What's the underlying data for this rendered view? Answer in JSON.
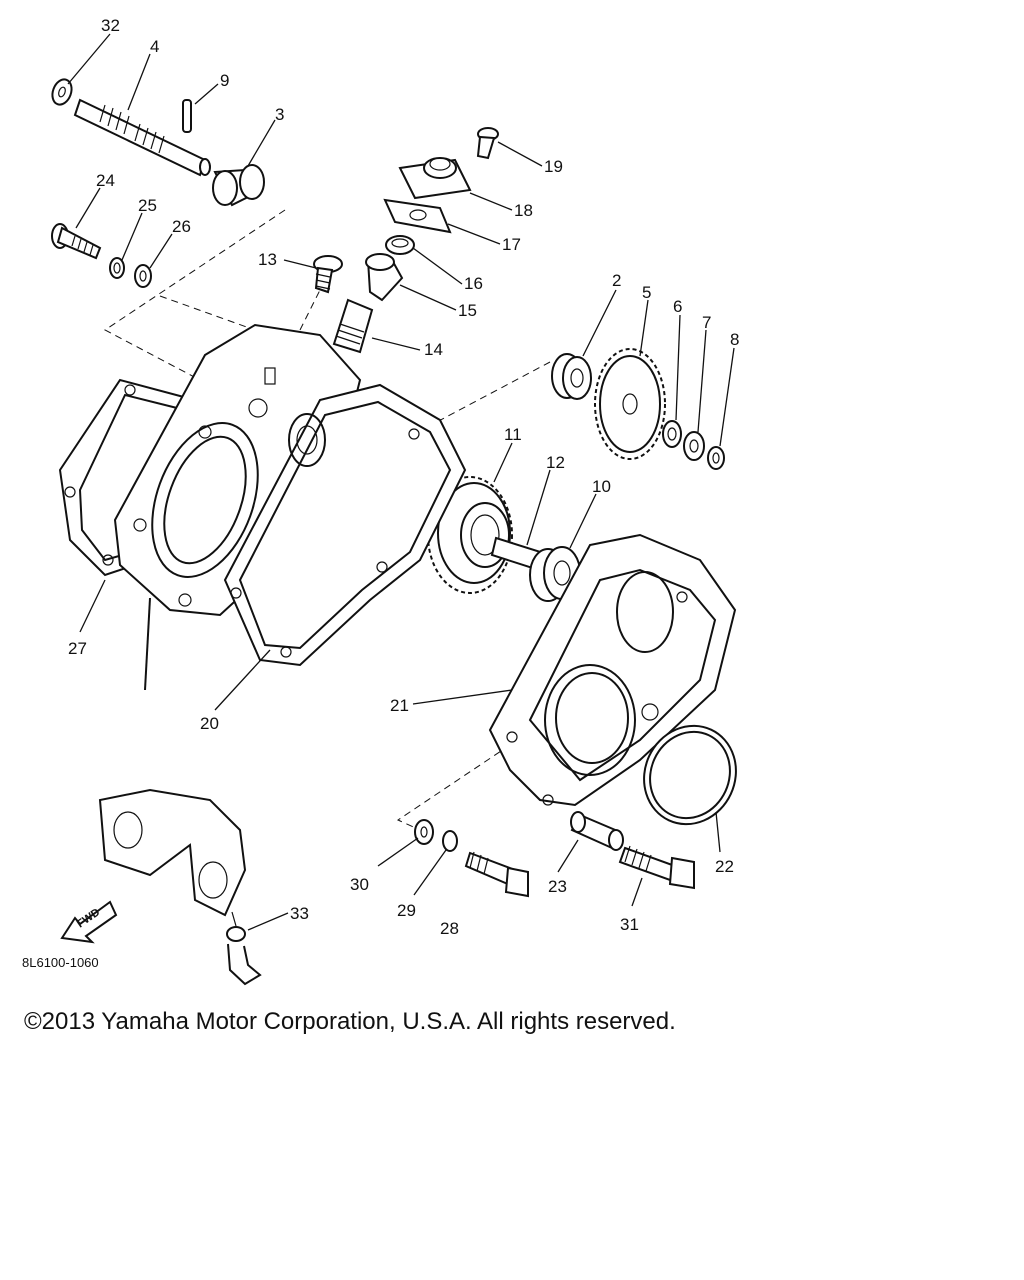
{
  "diagram": {
    "callouts": [
      {
        "id": "32",
        "label": "32"
      },
      {
        "id": "4",
        "label": "4"
      },
      {
        "id": "9",
        "label": "9"
      },
      {
        "id": "3",
        "label": "3"
      },
      {
        "id": "24",
        "label": "24"
      },
      {
        "id": "25",
        "label": "25"
      },
      {
        "id": "26",
        "label": "26"
      },
      {
        "id": "13",
        "label": "13"
      },
      {
        "id": "19",
        "label": "19"
      },
      {
        "id": "18",
        "label": "18"
      },
      {
        "id": "17",
        "label": "17"
      },
      {
        "id": "16",
        "label": "16"
      },
      {
        "id": "15",
        "label": "15"
      },
      {
        "id": "14",
        "label": "14"
      },
      {
        "id": "2",
        "label": "2"
      },
      {
        "id": "5",
        "label": "5"
      },
      {
        "id": "6",
        "label": "6"
      },
      {
        "id": "7",
        "label": "7"
      },
      {
        "id": "8",
        "label": "8"
      },
      {
        "id": "11",
        "label": "11"
      },
      {
        "id": "12",
        "label": "12"
      },
      {
        "id": "10",
        "label": "10"
      },
      {
        "id": "27",
        "label": "27"
      },
      {
        "id": "20",
        "label": "20"
      },
      {
        "id": "21",
        "label": "21"
      },
      {
        "id": "22",
        "label": "22"
      },
      {
        "id": "30",
        "label": "30"
      },
      {
        "id": "29",
        "label": "29"
      },
      {
        "id": "28",
        "label": "28"
      },
      {
        "id": "23",
        "label": "23"
      },
      {
        "id": "31",
        "label": "31"
      },
      {
        "id": "33",
        "label": "33"
      }
    ],
    "fwd_label": "FWD",
    "drawing_code": "8L6100-1060"
  },
  "footer": {
    "copyright": "©2013 Yamaha Motor Corporation, U.S.A. All rights reserved."
  }
}
